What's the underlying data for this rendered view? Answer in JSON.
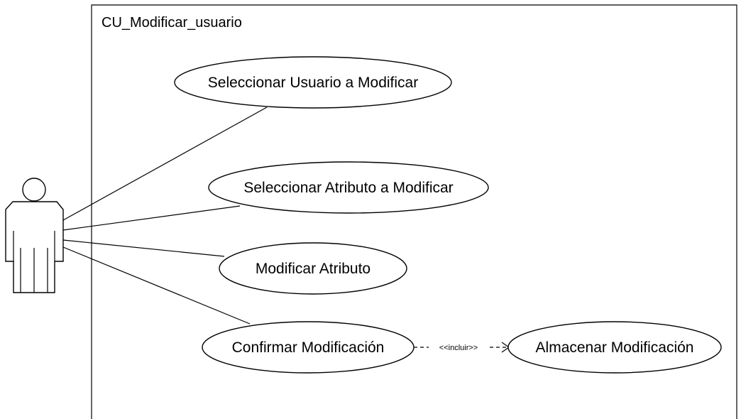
{
  "system": {
    "title": "CU_Modificar_usuario"
  },
  "actor": {
    "icon": "actor-stick-figure-icon",
    "name": ""
  },
  "use_cases": {
    "seleccionar_usuario": "Seleccionar Usuario a Modificar",
    "seleccionar_atributo": "Seleccionar Atributo a Modificar",
    "modificar_atributo": "Modificar Atributo",
    "confirmar_modificacion": "Confirmar Modificación",
    "almacenar_modificacion": "Almacenar Modificación"
  },
  "relationships": {
    "include_label": "<<incluir>>"
  },
  "colors": {
    "stroke": "#000000",
    "background": "#ffffff"
  }
}
